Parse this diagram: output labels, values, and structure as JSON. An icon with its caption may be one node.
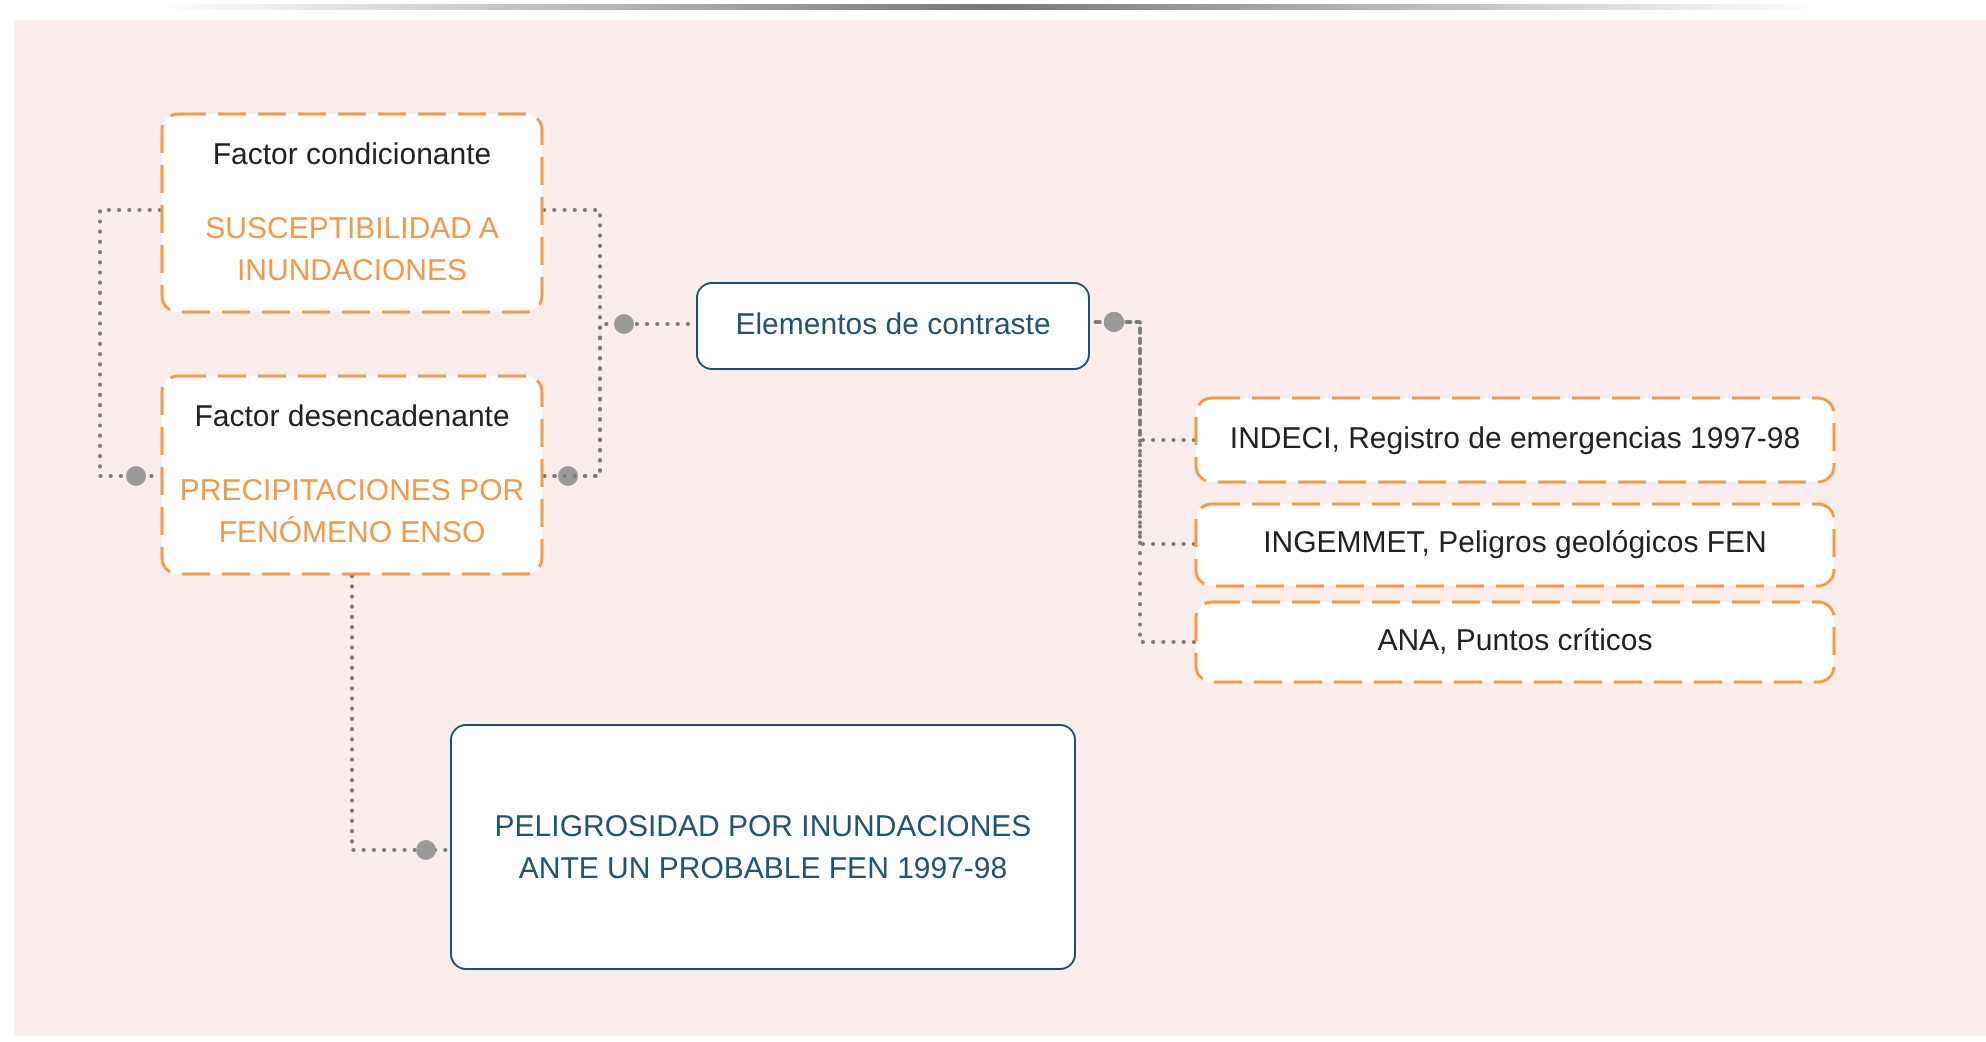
{
  "diagram": {
    "nodes": [
      {
        "text": [
          "Factor condicionante",
          "SUSCEPTIBILIDAD A INUNDACIONES"
        ]
      },
      {
        "text": [
          "Factor desencadenante",
          "PRECIPITACIONES POR FENÓMENO ENSO"
        ]
      },
      {
        "text": [
          "Elementos de contraste"
        ]
      },
      {
        "text": [
          "INDECI, Registro de emergencias 1997-98"
        ]
      },
      {
        "text": [
          "INGEMMET, Peligros geológicos FEN"
        ]
      },
      {
        "text": [
          "ANA, Puntos críticos"
        ]
      },
      {
        "text": [
          "PELIGROSIDAD POR INUNDACIONES ANTE UN PROBABLE FEN 1997-98"
        ]
      }
    ],
    "edges": [
      {
        "from": 0,
        "to": 1,
        "arrow": "other",
        "style": "dashed"
      },
      {
        "from": 0,
        "to": 1,
        "arrow": "other",
        "style": "dashed"
      },
      {
        "from": 1,
        "to": 2,
        "arrow": "other",
        "style": "dashed"
      },
      {
        "from": 3,
        "to": 2,
        "arrow": "other",
        "style": "dashed"
      },
      {
        "from": 4,
        "to": 2,
        "arrow": "other",
        "style": "dashed"
      },
      {
        "from": 5,
        "to": 2,
        "arrow": "other",
        "style": "dashed"
      },
      {
        "from": 1,
        "to": 6,
        "arrow": "other",
        "style": "dashed"
      }
    ]
  }
}
